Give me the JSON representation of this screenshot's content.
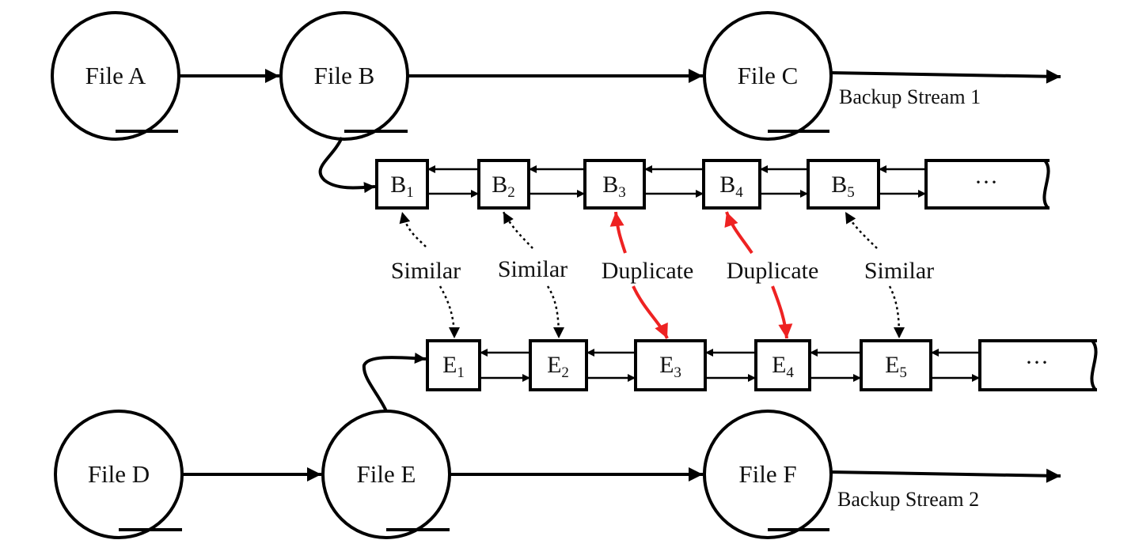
{
  "files": [
    {
      "id": "A",
      "label": "File A"
    },
    {
      "id": "B",
      "label": "File B"
    },
    {
      "id": "C",
      "label": "File C"
    },
    {
      "id": "D",
      "label": "File D"
    },
    {
      "id": "E",
      "label": "File E"
    },
    {
      "id": "F",
      "label": "File F"
    }
  ],
  "streams": [
    {
      "label": "Backup Stream 1"
    },
    {
      "label": "Backup Stream 2"
    }
  ],
  "chunk_rows": [
    {
      "letter": "B",
      "chunks": [
        {
          "sub": "1"
        },
        {
          "sub": "2"
        },
        {
          "sub": "3"
        },
        {
          "sub": "4"
        },
        {
          "sub": "5"
        }
      ],
      "more": "···"
    },
    {
      "letter": "E",
      "chunks": [
        {
          "sub": "1"
        },
        {
          "sub": "2"
        },
        {
          "sub": "3"
        },
        {
          "sub": "4"
        },
        {
          "sub": "5"
        }
      ],
      "more": "···"
    }
  ],
  "relations": [
    {
      "label": "Similar",
      "kind": "similar",
      "color": "#000000"
    },
    {
      "label": "Similar",
      "kind": "similar",
      "color": "#000000"
    },
    {
      "label": "Duplicate",
      "kind": "duplicate",
      "color": "#ee2222"
    },
    {
      "label": "Duplicate",
      "kind": "duplicate",
      "color": "#ee2222"
    },
    {
      "label": "Similar",
      "kind": "similar",
      "color": "#000000"
    }
  ]
}
